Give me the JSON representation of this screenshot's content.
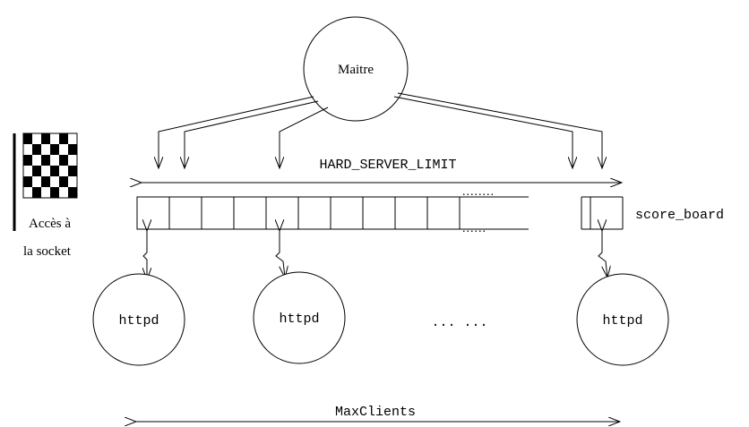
{
  "master": {
    "label": "Maitre"
  },
  "hard_limit": {
    "label": "HARD_SERVER_LIMIT"
  },
  "scoreboard": {
    "label": "score_board",
    "dots_top": "........",
    "dots_bottom": "......"
  },
  "socket": {
    "line1": "Accès à",
    "line2": "la socket"
  },
  "workers": [
    {
      "label": "httpd"
    },
    {
      "label": "httpd"
    },
    {
      "label": "httpd"
    }
  ],
  "worker_ellipsis": "... ...",
  "max_clients": {
    "label": "MaxClients"
  },
  "colors": {
    "ink": "#000000",
    "background": "#ffffff"
  }
}
